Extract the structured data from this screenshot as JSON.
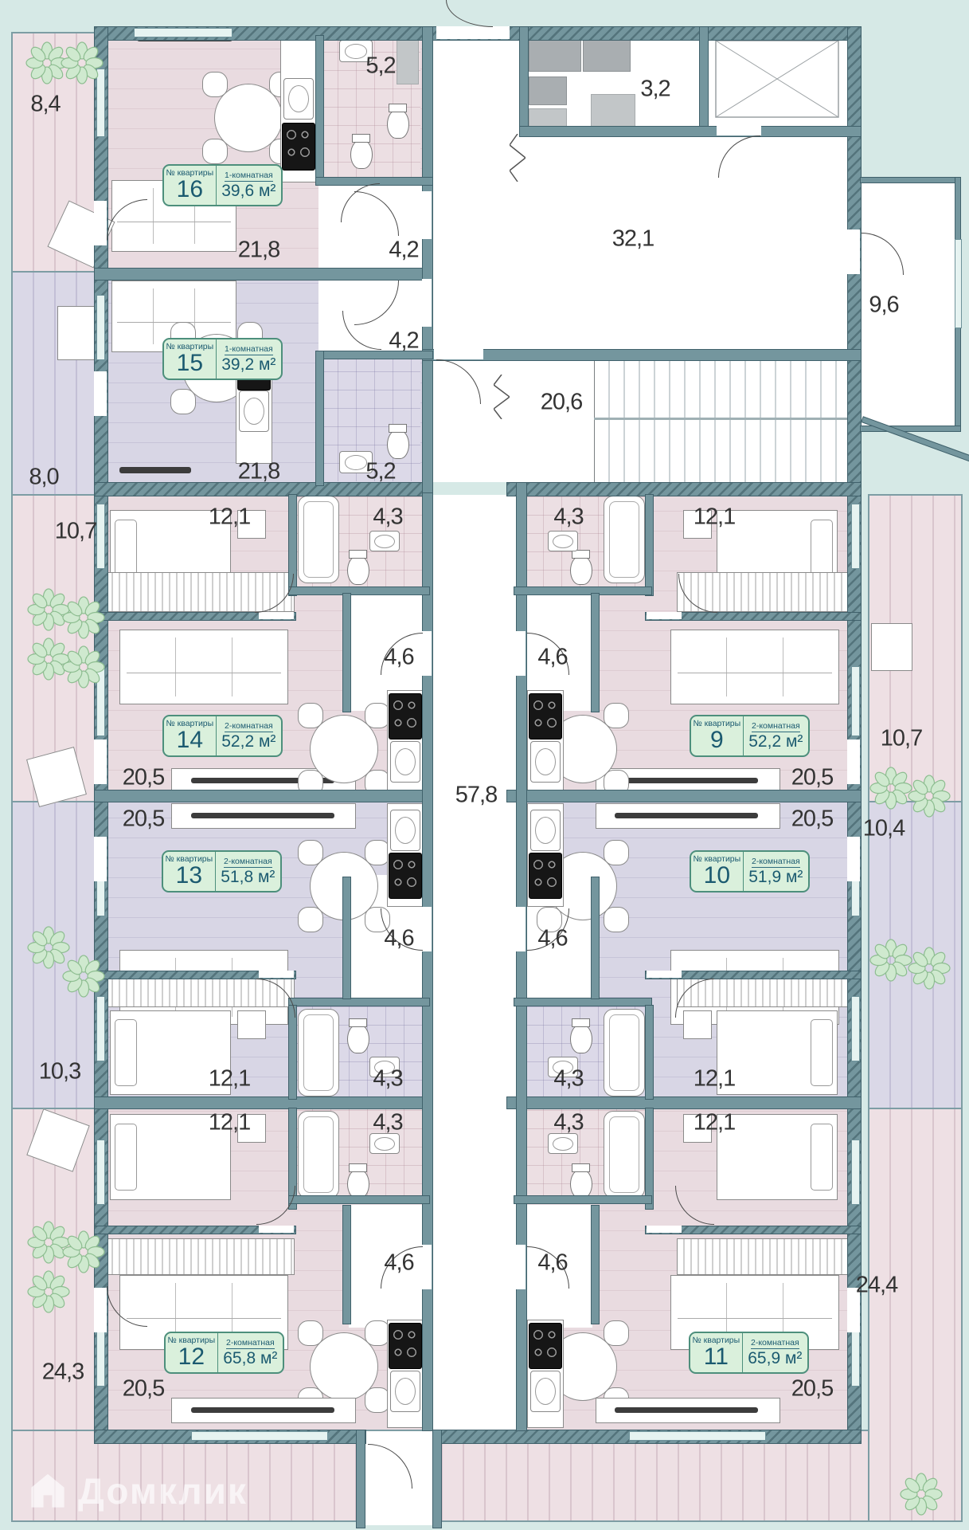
{
  "watermark": {
    "brand": "Домклик"
  },
  "card_common": {
    "number_title": "№ квартиры",
    "unit": "м²"
  },
  "apartments": [
    {
      "number": "16",
      "type": "1-комнатная",
      "area": "39,6"
    },
    {
      "number": "15",
      "type": "1-комнатная",
      "area": "39,2"
    },
    {
      "number": "14",
      "type": "2-комнатная",
      "area": "52,2"
    },
    {
      "number": "13",
      "type": "2-комнатная",
      "area": "51,8"
    },
    {
      "number": "9",
      "type": "2-комнатная",
      "area": "52,2"
    },
    {
      "number": "10",
      "type": "2-комнатная",
      "area": "51,9"
    },
    {
      "number": "12",
      "type": "2-комнатная",
      "area": "65,8"
    },
    {
      "number": "11",
      "type": "2-комнатная",
      "area": "65,9"
    }
  ],
  "labels": [
    {
      "text": "8,4"
    },
    {
      "text": "5,2"
    },
    {
      "text": "3,2"
    },
    {
      "text": "21,8"
    },
    {
      "text": "4,2"
    },
    {
      "text": "32,1"
    },
    {
      "text": "9,6"
    },
    {
      "text": "4,2"
    },
    {
      "text": "20,6"
    },
    {
      "text": "8,0"
    },
    {
      "text": "21,8"
    },
    {
      "text": "5,2"
    },
    {
      "text": "10,7"
    },
    {
      "text": "12,1"
    },
    {
      "text": "4,3"
    },
    {
      "text": "4,3"
    },
    {
      "text": "12,1"
    },
    {
      "text": "4,6"
    },
    {
      "text": "4,6"
    },
    {
      "text": "57,8"
    },
    {
      "text": "10,7"
    },
    {
      "text": "20,5"
    },
    {
      "text": "20,5"
    },
    {
      "text": "20,5"
    },
    {
      "text": "20,5"
    },
    {
      "text": "10,4"
    },
    {
      "text": "4,6"
    },
    {
      "text": "4,6"
    },
    {
      "text": "10,3"
    },
    {
      "text": "12,1"
    },
    {
      "text": "4,3"
    },
    {
      "text": "4,3"
    },
    {
      "text": "12,1"
    },
    {
      "text": "12,1"
    },
    {
      "text": "4,3"
    },
    {
      "text": "4,3"
    },
    {
      "text": "12,1"
    },
    {
      "text": "4,6"
    },
    {
      "text": "4,6"
    },
    {
      "text": "24,4"
    },
    {
      "text": "24,3"
    },
    {
      "text": "20,5"
    },
    {
      "text": "20,5"
    }
  ],
  "colors": {
    "background": "#d6e9e6",
    "wall": "#74969e",
    "room_pink": "#e9dbe0",
    "room_lavender": "#d8d6e5",
    "card_background": "#daf0dc",
    "card_border": "#4d8f7c",
    "card_text": "#1b5a70",
    "plant": "#cfe9cf"
  }
}
